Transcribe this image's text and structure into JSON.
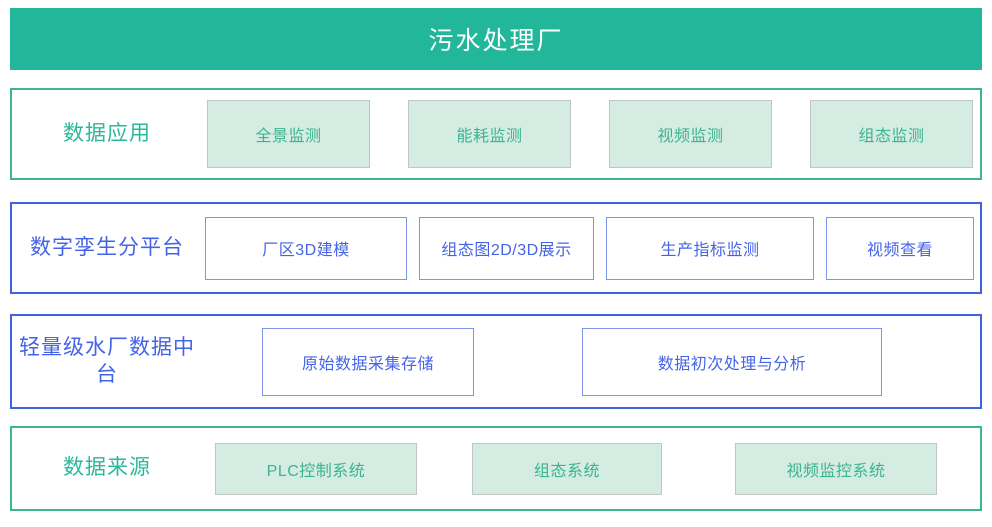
{
  "header": {
    "title": "污水处理厂"
  },
  "colors": {
    "header_bg": "#22b79a",
    "green_border": "#3cb68f",
    "green_text": "#2bb89b",
    "blue_border": "#3f62e0",
    "blue_text": "#4464e8",
    "mint_fill": "#d4ece2",
    "mint_border": "#bfc6c4",
    "box_blue_border": "#7d94e8",
    "page_bg": "#ffffff"
  },
  "rows": [
    {
      "id": "row-apps",
      "label": "数据应用",
      "style": "green",
      "boxes": [
        {
          "label": "全景监测"
        },
        {
          "label": "能耗监测"
        },
        {
          "label": "视频监测"
        },
        {
          "label": "组态监测"
        }
      ]
    },
    {
      "id": "row-twin",
      "label": "数字孪生分平台",
      "style": "blue",
      "boxes": [
        {
          "label": "厂区3D建模"
        },
        {
          "label": "组态图2D/3D展示"
        },
        {
          "label": "生产指标监测"
        },
        {
          "label": "视频查看"
        }
      ]
    },
    {
      "id": "row-mid",
      "label": "轻量级水厂数据中台",
      "style": "blue",
      "boxes": [
        {
          "label": "原始数据采集存储"
        },
        {
          "label": "数据初次处理与分析"
        }
      ]
    },
    {
      "id": "row-src",
      "label": "数据来源",
      "style": "green",
      "boxes": [
        {
          "label": "PLC控制系统"
        },
        {
          "label": "组态系统"
        },
        {
          "label": "视频监控系统"
        }
      ]
    }
  ]
}
